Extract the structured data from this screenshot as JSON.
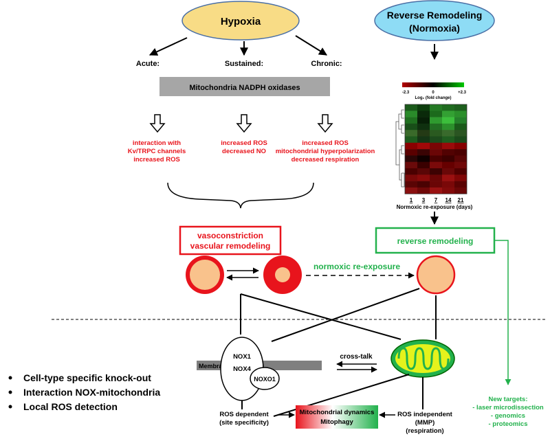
{
  "hypoxia": {
    "title": "Hypoxia",
    "fill": "#F8DC86"
  },
  "reverse_remodeling_header": {
    "line1": "Reverse Remodeling",
    "line2": "(Normoxia)",
    "fill": "#8EDCF5"
  },
  "phases": {
    "acute": "Acute:",
    "sustained": "Sustained:",
    "chronic": "Chronic:"
  },
  "nadph_bar": {
    "label": "Mitochondria NADPH oxidases"
  },
  "effects": {
    "acute": [
      "interaction with",
      "Kv/TRPC channels",
      "increased ROS"
    ],
    "sustained": [
      "increased ROS",
      "decreased NO"
    ],
    "chronic": [
      "increased ROS",
      "mitochondrial hyperpolarization",
      "decreased respiration"
    ]
  },
  "heatmap": {
    "scale_min": "-2.3",
    "scale_mid": "0",
    "scale_max": "+2.3",
    "scale_label": "Log₂ (fold change)",
    "days": [
      "1",
      "3",
      "7",
      "14",
      "21"
    ],
    "xlabel": "Normoxic re-exposure (days)"
  },
  "outcome_boxes": {
    "vaso_line1": "vasoconstriction",
    "vaso_line2": "vascular remodeling",
    "reverse": "reverse remodeling"
  },
  "normoxic_label": "normoxic re-exposure",
  "nox": {
    "nox1": "NOX1",
    "nox4": "NOX4",
    "noxo1": "NOXO1",
    "membrane": "Membrane"
  },
  "crosstalk": "cross-talk",
  "ros_dependent": [
    "ROS dependent",
    "(site specificity)"
  ],
  "ros_independent": [
    "ROS independent",
    "(MMP)",
    "(respiration)"
  ],
  "dynamics_box": [
    "Mitochondrial dynamics",
    "Mitophagy"
  ],
  "bullets": [
    "Cell-type specific knock-out",
    "Interaction NOX-mitochondria",
    "Local ROS detection"
  ],
  "new_targets": [
    "New targets:",
    "- laser microdissection",
    "- genomics",
    "- proteomics"
  ],
  "colors": {
    "red": "#E8141C",
    "green": "#22B14C",
    "vessel": "#F9C28C",
    "mito": "#E5F21C"
  }
}
